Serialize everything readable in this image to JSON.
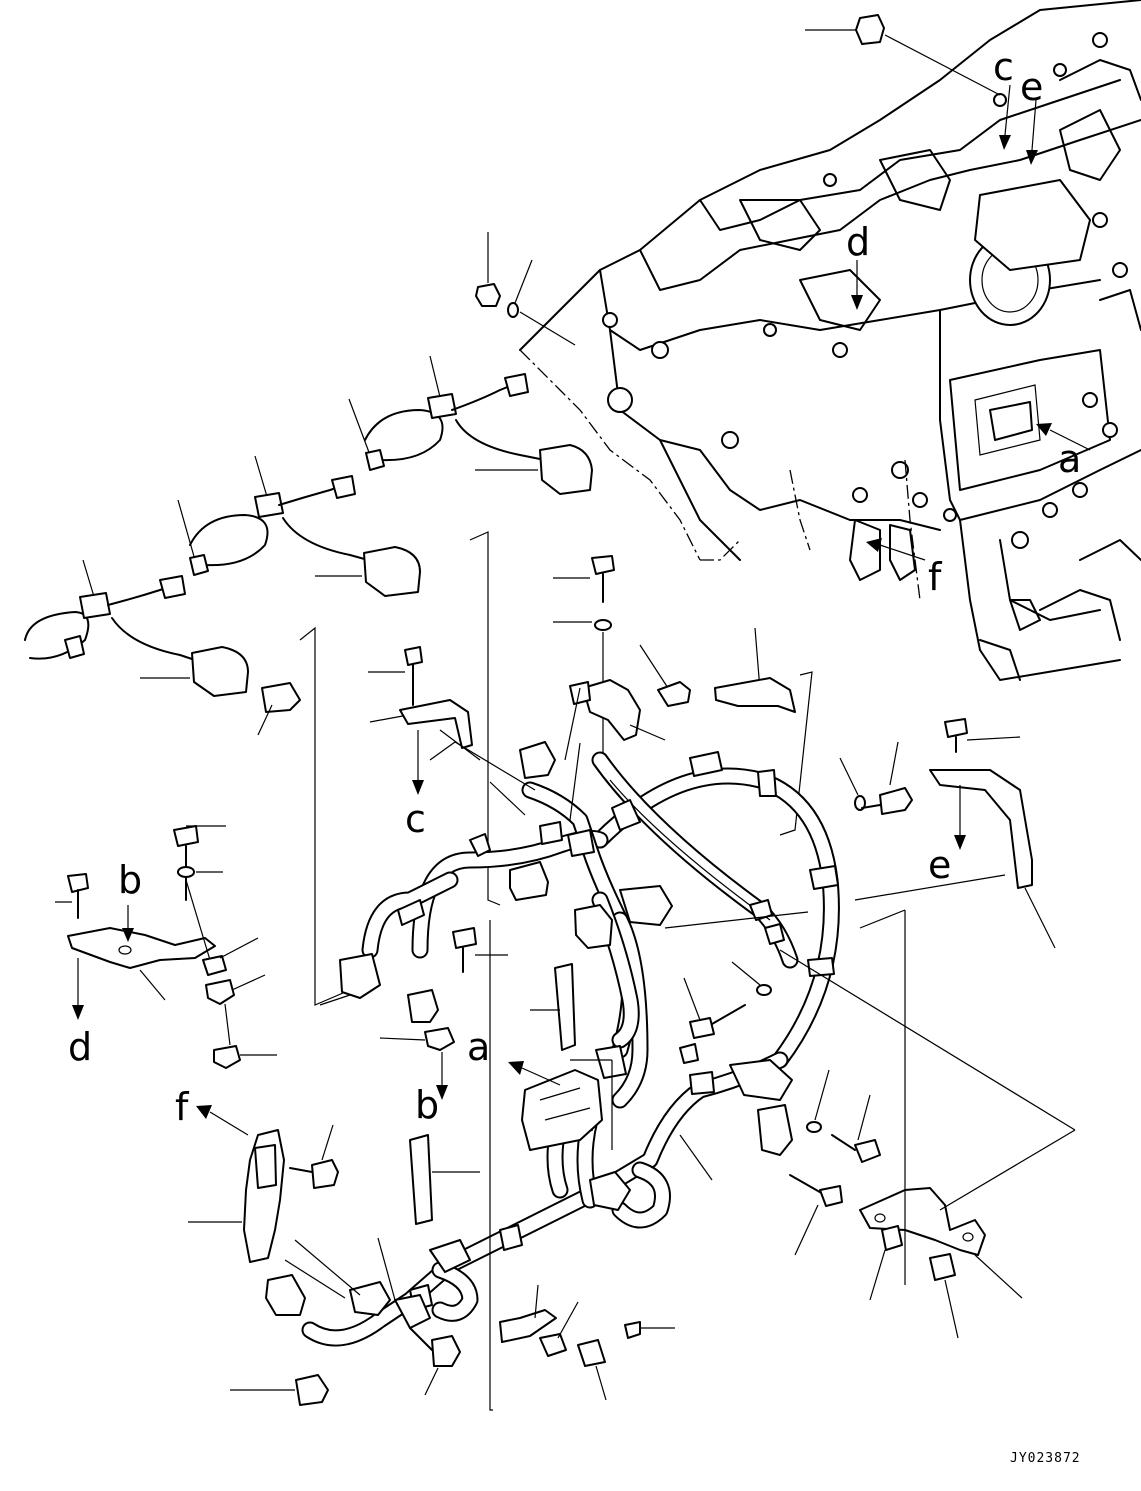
{
  "diagram": {
    "labels": {
      "c1": "c",
      "e1": "e",
      "d1": "d",
      "a1": "a",
      "f1": "f",
      "c2": "c",
      "e2": "e",
      "b1": "b",
      "d2": "d",
      "a2": "a",
      "b2": "b",
      "f2": "f"
    },
    "drawing_code": "JY023872"
  }
}
